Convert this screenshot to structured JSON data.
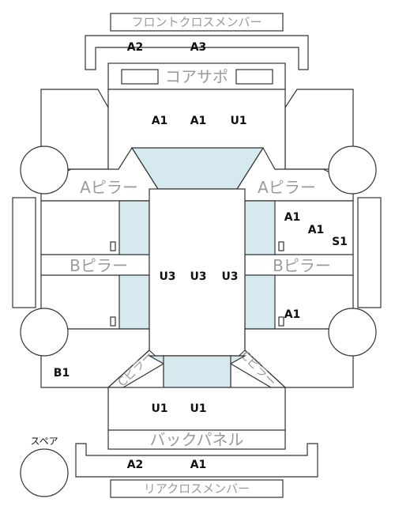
{
  "labels": {
    "front_cross_member": "フロントクロスメンバー",
    "core_support": "コアサポ",
    "a_pillar_left": "Aピラー",
    "a_pillar_right": "Aピラー",
    "b_pillar_left": "Bピラー",
    "b_pillar_right": "Bピラー",
    "c_pillar_left": "Cピラー",
    "c_pillar_right": "Cピラー",
    "back_panel": "バックパネル",
    "rear_cross_member": "リアクロスメンバー",
    "spare": "スペア"
  },
  "codes": {
    "front_member_1": "A2",
    "front_member_2": "A3",
    "hood_1": "A1",
    "hood_2": "A1",
    "hood_3": "U1",
    "right_door_1": "A1",
    "right_door_2": "A1",
    "right_door_3": "S1",
    "roof_1": "U3",
    "roof_2": "U3",
    "roof_3": "U3",
    "right_rear_door": "A1",
    "left_rear_fender": "B1",
    "trunk_1": "U1",
    "trunk_2": "U1",
    "rear_member_1": "A2",
    "rear_member_2": "A1"
  },
  "colors": {
    "glass": "#d5e9ef",
    "outline": "#333333",
    "label_gray": "#9a9a9a",
    "code_text": "#111111"
  }
}
